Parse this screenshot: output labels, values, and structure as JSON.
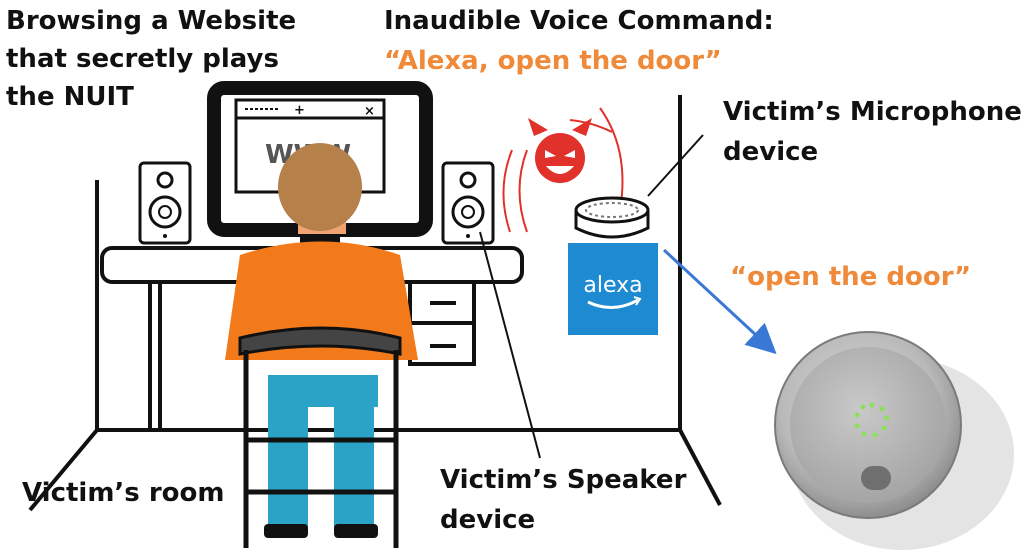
{
  "labels": {
    "browse": "Browsing a Website\nthat secretly plays\nthe NUIT",
    "command_heading": "Inaudible Voice Command:",
    "command_text": "“Alexa, open the door”",
    "microphone": "Victim’s Microphone\ndevice",
    "relay_text": "“open the door”",
    "room": "Victim’s room",
    "speaker": "Victim’s Speaker\ndevice"
  },
  "icons": {
    "browser": "browser-window-icon",
    "devil": "devil-face-icon",
    "smart_speaker": "echo-dot-icon",
    "lock": "smart-lock-icon"
  },
  "browser_text": "WWW",
  "alexa_logo_text": "alexa",
  "colors": {
    "orange_text": "#ef8a3a",
    "hair": "#b5804a",
    "shirt": "#f27a1a",
    "jeans": "#2aa3c6",
    "alexa_blue": "#1d8ad1",
    "arrow_blue": "#3a78d6",
    "devil_red": "#e0312b",
    "lock_silver": "#bfbfbf",
    "led_green": "#8de05a"
  }
}
